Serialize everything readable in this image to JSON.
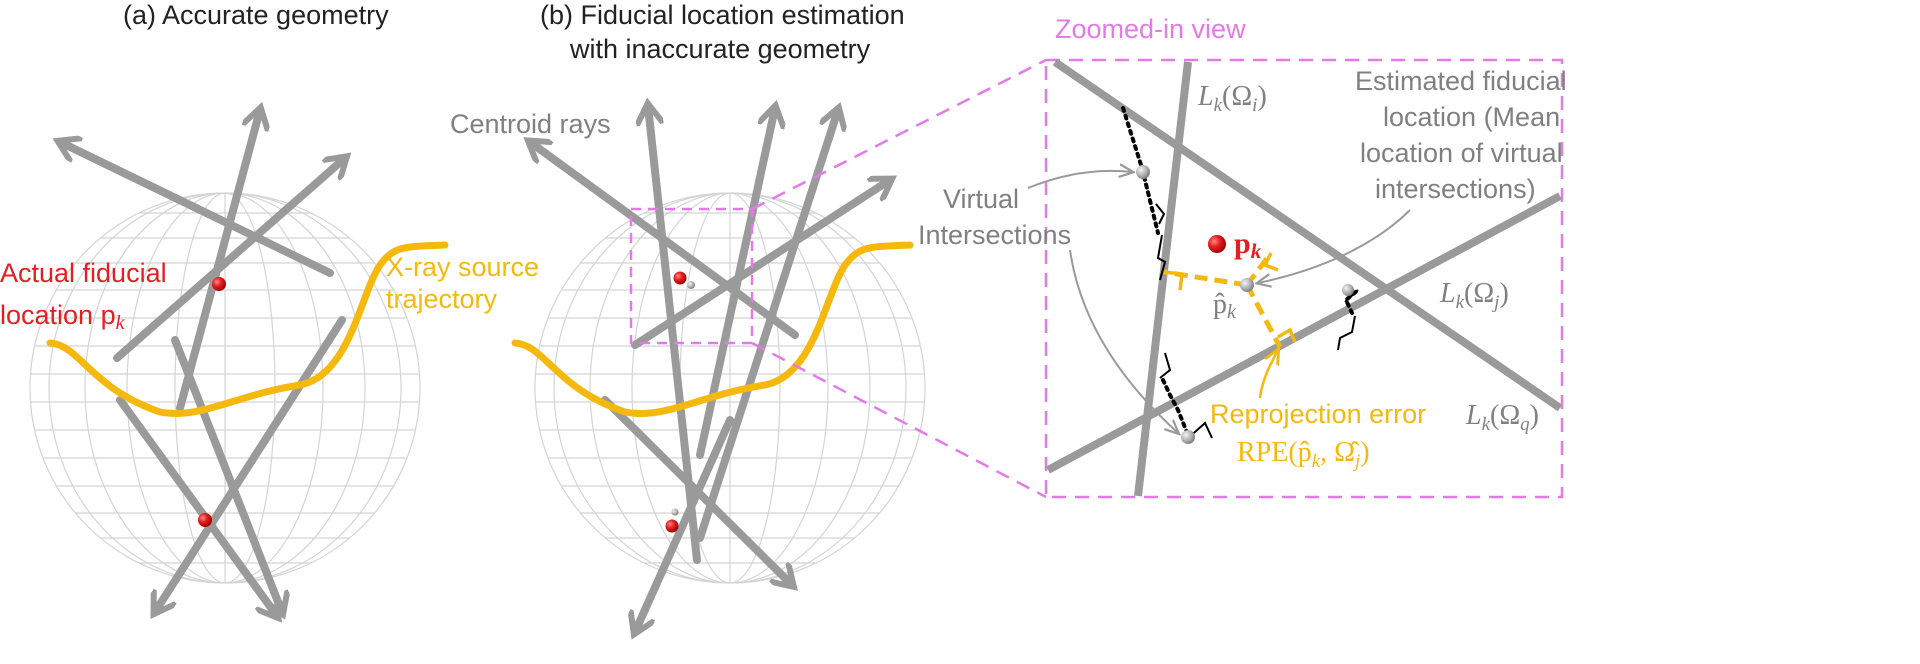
{
  "panel_a": {
    "title": "(a) Accurate geometry",
    "actual_fiducial_line1": "Actual fiducial",
    "actual_fiducial_line2": "location p",
    "actual_fiducial_sub": "k",
    "xray_line1": "X-ray source",
    "xray_line2": "trajectory"
  },
  "panel_b": {
    "title_line1": "(b) Fiducial location estimation",
    "title_line2": "with inaccurate geometry",
    "centroid_rays": "Centroid rays"
  },
  "panel_c": {
    "zoom_title": "Zoomed-in view",
    "virtual_line1": "Virtual",
    "virtual_line2": "Intersections",
    "estimated_line1": "Estimated fiducial",
    "estimated_line2": "location (Mean",
    "estimated_line3": "location of virtual",
    "estimated_line4": "intersections)",
    "pk_main": "p",
    "pk_sub": "k",
    "phat_main": "p̂",
    "phat_sub": "k",
    "li_main": "L",
    "li_sub": "k",
    "li_arg": "(Ω",
    "li_arg_sub": "i",
    "li_close": ")",
    "lj_main": "L",
    "lj_sub": "k",
    "lj_arg": "(Ω",
    "lj_arg_sub": "j",
    "lj_close": ")",
    "lq_main": "L",
    "lq_sub": "k",
    "lq_arg": "(Ω",
    "lq_arg_sub": "q",
    "lq_close": ")",
    "rpe_line1": "Reprojection error",
    "rpe_prefix": "RPE(",
    "rpe_p": "p̂",
    "rpe_p_sub": "k",
    "rpe_comma": ", ",
    "rpe_omega": "Ω̂",
    "rpe_omega_sub": "j",
    "rpe_close": ")"
  },
  "colors": {
    "ray_gray": "#9a9a9a",
    "text_gray": "#808080",
    "fiducial_red": "#e41f1f",
    "trajectory_orange": "#f5b90e",
    "zoom_pink": "#e47ae7",
    "sphere_grid": "#d4d4d4"
  }
}
